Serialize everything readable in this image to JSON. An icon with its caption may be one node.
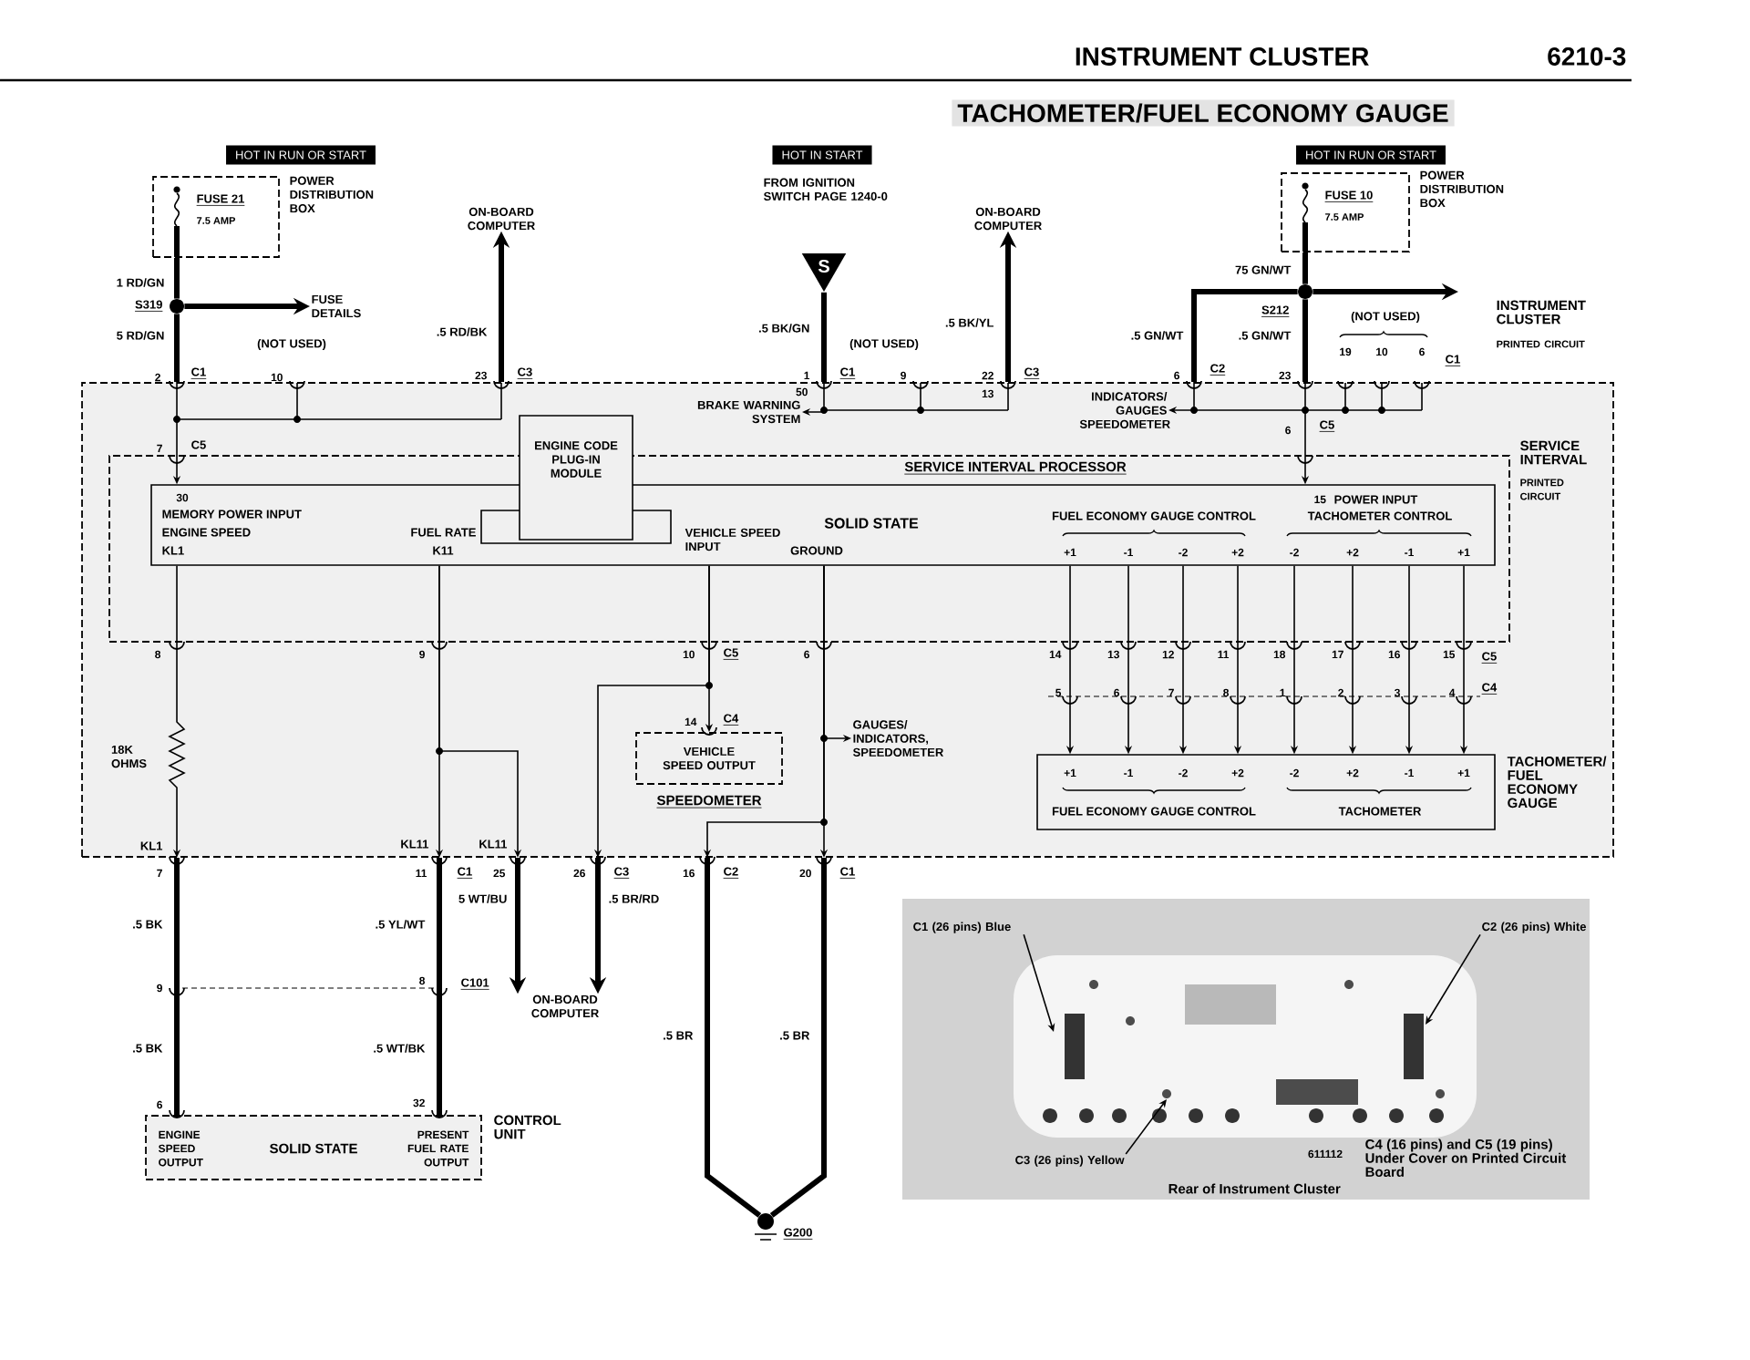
{
  "diagram": {
    "title": "TACHOMETER/FUEL ECONOMY GAUGE",
    "nodes": [
      {
        "text": [
          "HOT IN RUN OR START"
        ]
      },
      {
        "text": [
          "HOT IN START"
        ]
      },
      {
        "text": [
          "HOT IN RUN OR START"
        ]
      },
      {
        "text": [
          "FUSE 21",
          "7.5 AMP",
          "POWER DISTRIBUTION BOX"
        ]
      },
      {
        "text": [],
        "shape": "circle",
        "beside": [
          "S319"
        ]
      },
      {
        "text": [
          "FUSE DETAILS"
        ]
      },
      {
        "text": [
          "ON-BOARD COMPUTER"
        ]
      },
      {
        "text": [
          "S"
        ]
      },
      {
        "text": [
          "ON-BOARD COMPUTER"
        ]
      },
      {
        "text": [
          "FUSE 10",
          "7.5 AMP",
          "POWER DISTRIBUTION BOX"
        ]
      },
      {
        "text": [],
        "shape": "circle",
        "beside": [
          "S212"
        ]
      },
      {
        "text": [
          "INSTRUMENT CLUSTER",
          "PRINTED CIRCUIT"
        ]
      },
      {
        "text": [
          "BRAKE WARNING SYSTEM"
        ],
        "in": 11
      },
      {
        "text": [
          "INDICATORS/ GAUGES SPEEDOMETER"
        ],
        "in": 11
      },
      {
        "text": [
          "SERVICE INTERVAL",
          "PRINTED CIRCUIT"
        ],
        "in": 11
      },
      {
        "text": [
          "SERVICE INTERVAL PROCESSOR",
          "SOLID STATE"
        ],
        "in": 14
      },
      {
        "text": [
          "ENGINE CODE PLUG-IN MODULE"
        ],
        "in": 11
      },
      {
        "text": [
          "VEHICLE SPEED OUTPUT",
          "SPEEDOMETER"
        ],
        "in": 11
      },
      {
        "text": [
          "GAUGES/ INDICATORS, SPEEDOMETER"
        ],
        "in": 11
      },
      {
        "text": [
          "FUEL ECONOMY GAUGE CONTROL",
          "TACHOMETER",
          "TACHOMETER/ FUEL ECONOMY GAUGE"
        ],
        "in": 11
      },
      {
        "text": [
          "ON-BOARD COMPUTER"
        ]
      },
      {
        "text": [
          "ENGINE SPEED OUTPUT",
          "SOLID STATE",
          "PRESENT FUEL RATE OUTPUT",
          "CONTROL UNIT"
        ]
      },
      {
        "text": [],
        "shape": "circle",
        "beside": [
          "G200"
        ]
      },
      {
        "text": [],
        "shape": "picture"
      },
      {
        "text": [
          "C1 (26 pins) Blue"
        ],
        "in": 23
      },
      {
        "text": [
          "C2 (26 pins) White"
        ],
        "in": 23
      },
      {
        "text": [
          "C3 (26 pins) Yellow"
        ],
        "in": 23
      }
    ],
    "edges": [
      {
        "from": 3,
        "to": 4,
        "arrow": "none",
        "style": "thick",
        "label": "1 RD/GN"
      },
      {
        "from": 4,
        "to": 11,
        "arrow": "none",
        "style": "thick",
        "label": "5 RD/GN"
      },
      {
        "from": 4,
        "to": 5,
        "arrow": "to",
        "style": "thick"
      },
      {
        "from": 11,
        "to": 6,
        "arrow": "to",
        "style": "thick",
        "label": ".5 RD/BK"
      },
      {
        "from": 7,
        "to": 11,
        "arrow": "none",
        "style": "thick",
        "label": ".5 BK/GN"
      },
      {
        "from": 11,
        "to": 8,
        "arrow": "to",
        "style": "thick",
        "label": ".5 BK/YL"
      },
      {
        "from": 9,
        "to": 10,
        "arrow": "none",
        "style": "thick",
        "label": "75 GN/WT"
      },
      {
        "from": 10,
        "to": 11,
        "arrow": "none",
        "style": "thick",
        "label": ".5 GN/WT"
      },
      {
        "from": 10,
        "to": 11,
        "arrow": "none",
        "style": "thick",
        "label": ".5 GN/WT"
      },
      {
        "from": 10,
        "to": null,
        "arrow": "to",
        "style": "thick"
      },
      {
        "from": 11,
        "to": 12,
        "arrow": "to"
      },
      {
        "from": 11,
        "to": 13,
        "arrow": "to"
      },
      {
        "from": 11,
        "to": 15,
        "arrow": "to"
      },
      {
        "from": 11,
        "to": 15,
        "arrow": "to"
      },
      {
        "from": 15,
        "to": 19,
        "arrow": "to"
      },
      {
        "from": 15,
        "to": 19,
        "arrow": "to"
      },
      {
        "from": 15,
        "to": 19,
        "arrow": "to"
      },
      {
        "from": 15,
        "to": 19,
        "arrow": "to"
      },
      {
        "from": 15,
        "to": 19,
        "arrow": "to"
      },
      {
        "from": 15,
        "to": 19,
        "arrow": "to"
      },
      {
        "from": 15,
        "to": 19,
        "arrow": "to"
      },
      {
        "from": 15,
        "to": 19,
        "arrow": "to"
      },
      {
        "from": 15,
        "to": 17,
        "arrow": "to"
      },
      {
        "from": 15,
        "to": 11,
        "arrow": "to"
      },
      {
        "from": 15,
        "to": 11,
        "arrow": "to"
      },
      {
        "from": 15,
        "to": 11,
        "arrow": "to"
      },
      {
        "from": 15,
        "to": 11,
        "arrow": "to"
      },
      {
        "from": 15,
        "to": 11,
        "arrow": "to"
      },
      {
        "from": 15,
        "to": 11,
        "arrow": "to"
      },
      {
        "from": 15,
        "to": 18,
        "arrow": "to"
      },
      {
        "from": 11,
        "to": 21,
        "arrow": "none",
        "style": "thick"
      },
      {
        "from": 11,
        "to": 21,
        "arrow": "none",
        "style": "thick"
      },
      {
        "from": 11,
        "to": 20,
        "arrow": "to",
        "style": "thick",
        "label": "5 WT/BU"
      },
      {
        "from": 11,
        "to": 20,
        "arrow": "to",
        "style": "thick",
        "label": ".5 BR/RD"
      },
      {
        "from": 11,
        "to": 22,
        "arrow": "none",
        "style": "thick",
        "label": ".5 BR"
      },
      {
        "from": 11,
        "to": 22,
        "arrow": "none",
        "style": "thick",
        "label": ".5 BR"
      },
      {
        "from": 24,
        "to": null,
        "arrow": "to"
      },
      {
        "from": 25,
        "to": null,
        "arrow": "to"
      },
      {
        "from": 26,
        "to": null,
        "arrow": "to"
      }
    ],
    "labels": [
      "INSTRUMENT CLUSTER",
      "6210-3",
      "(NOT USED)",
      "2",
      "C1",
      "10",
      "23",
      "C3",
      "1",
      "C1",
      "50",
      "(NOT USED)",
      "9",
      "22",
      "C3",
      "13",
      "(NOT USED)",
      "6",
      "C2",
      "23",
      "19",
      "10",
      "6",
      "C1",
      "7",
      "C5",
      "6",
      "C5",
      "30",
      "MEMORY POWER INPUT",
      "ENGINE SPEED",
      "KL1",
      "FUEL RATE",
      "K11",
      "VEHICLE SPEED INPUT",
      "GROUND",
      "15",
      "POWER INPUT",
      "FUEL ECONOMY GAUGE CONTROL",
      "TACHOMETER CONTROL",
      "+1",
      "-1",
      "-2",
      "+2",
      "-2",
      "+2",
      "-1",
      "+1",
      "8",
      "9",
      "10",
      "C5",
      "6",
      "14",
      "13",
      "12",
      "11",
      "18",
      "17",
      "16",
      "15",
      "C5",
      "5",
      "6",
      "7",
      "8",
      "1",
      "2",
      "3",
      "4",
      "C4",
      "14",
      "C4",
      "18K OHMS",
      "KL1",
      "KL11",
      "KL11",
      "7",
      "11",
      "C1",
      "25",
      "26",
      "C3",
      "16",
      "C2",
      "20",
      "C1",
      "+1",
      "-1",
      "-2",
      "+2",
      "-2",
      "+2",
      "-1",
      "+1",
      ".5 BK",
      ".5 YL/WT",
      "9",
      "8",
      "C101",
      ".5 BK",
      ".5 WT/BK",
      "6",
      "32",
      "611112",
      "C4 (16 pins) and C5 (19 pins) Under Cover on Printed Circuit Board",
      "Rear of Instrument Cluster",
      "FROM IGNITION SWITCH PAGE 1240-0"
    ]
  }
}
